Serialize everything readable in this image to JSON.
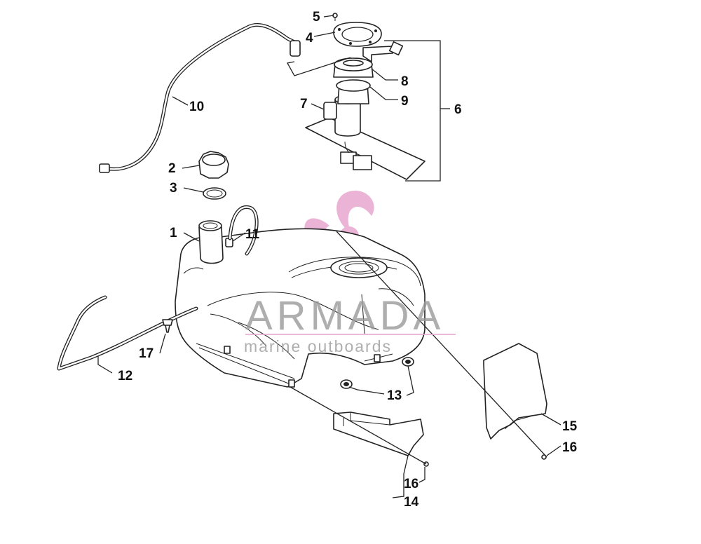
{
  "callouts": {
    "c1": "1",
    "c2": "2",
    "c3": "3",
    "c4": "4",
    "c5": "5",
    "c6": "6",
    "c7": "7",
    "c8": "8",
    "c9": "9",
    "c10": "10",
    "c11": "11",
    "c12": "12",
    "c13": "13",
    "c14": "14",
    "c15": "15",
    "c16a": "16",
    "c16b": "16",
    "c17": "17"
  },
  "watermark": {
    "brand": "ARMADA",
    "tagline": "marine outboards",
    "logo_color": "#e8a8cf",
    "text_color": "#9a9a9a"
  },
  "colors": {
    "line": "#222222",
    "background": "#ffffff"
  }
}
